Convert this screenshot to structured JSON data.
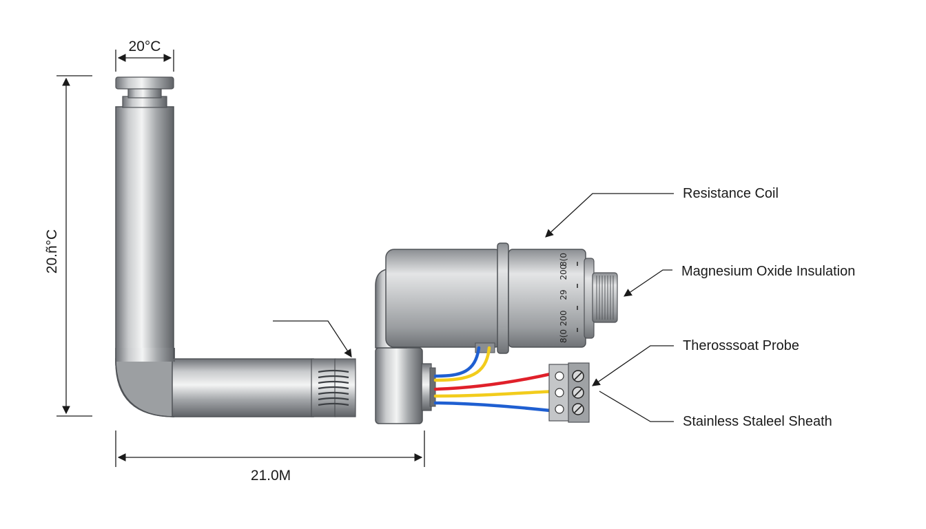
{
  "dimensions": {
    "top_width": "20°C",
    "height": "20.ñ°C",
    "bottom_length": "21.0M"
  },
  "callouts": [
    {
      "id": "resistance-coil",
      "label": "Resistance Coil"
    },
    {
      "id": "magnesium-oxide-insulation",
      "label": "Magnesium Oxide Insulation"
    },
    {
      "id": "thermostat-probe",
      "label": "Therosssoat Probe"
    },
    {
      "id": "stainless-steel-sheath",
      "label": "Stainless Staleel Sheath"
    }
  ],
  "dial_scale": [
    "8(0",
    "200",
    "29",
    "200",
    "8(0"
  ],
  "wire_colors": {
    "blue": "#1f5fd1",
    "yellow": "#f2cc1c",
    "red": "#e0202a"
  }
}
